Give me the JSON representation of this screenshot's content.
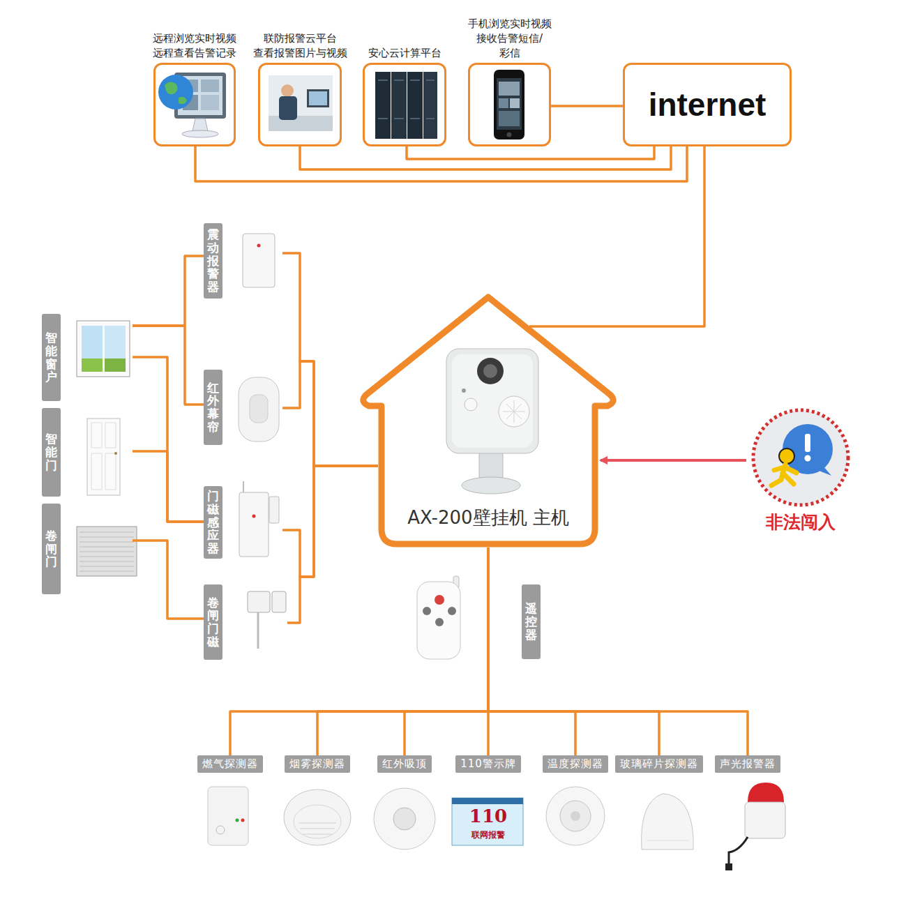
{
  "diagram": {
    "nodes": [
      {
        "text": [
          "远程浏览实时视频 远程查看告警记录"
        ]
      },
      {
        "text": [
          "联防报警云平台 查看报警图片与视频"
        ]
      },
      {
        "text": [
          "安心云计算平台"
        ]
      },
      {
        "text": [
          "手机浏览实时视频 接收告警短信/彩信"
        ]
      },
      {
        "text": [
          "internet"
        ]
      },
      {
        "text": [
          "智能窗户"
        ]
      },
      {
        "text": [
          "智能门"
        ]
      },
      {
        "text": [
          "卷闸门"
        ]
      },
      {
        "text": [
          "震动报警器"
        ]
      },
      {
        "text": [
          "红外幕帘"
        ]
      },
      {
        "text": [
          "门磁感应器"
        ]
      },
      {
        "text": [
          "卷闸门磁"
        ]
      },
      {
        "text": [
          "AX-200壁挂机 主机"
        ]
      },
      {
        "text": [
          "遥控器"
        ]
      },
      {
        "text": [
          "非法闯入"
        ]
      },
      {
        "text": [
          "燃气探测器"
        ]
      },
      {
        "text": [
          "烟雾探测器"
        ]
      },
      {
        "text": [
          "红外吸顶"
        ]
      },
      {
        "text": [
          "110警示牌"
        ]
      },
      {
        "text": [
          "温度探测器"
        ]
      },
      {
        "text": [
          "玻璃碎片探测器"
        ]
      },
      {
        "text": [
          "声光报警器"
        ]
      }
    ],
    "edges": [
      {
        "from": 0,
        "to": 4,
        "arrow": "none"
      },
      {
        "from": 1,
        "to": 4,
        "arrow": "none"
      },
      {
        "from": 2,
        "to": 4,
        "arrow": "none"
      },
      {
        "from": 3,
        "to": 4,
        "arrow": "none"
      },
      {
        "from": 4,
        "to": 12,
        "arrow": "none"
      },
      {
        "from": 5,
        "to": 8,
        "arrow": "none"
      },
      {
        "from": 5,
        "to": 9,
        "arrow": "none"
      },
      {
        "from": 5,
        "to": 10,
        "arrow": "none"
      },
      {
        "from": 6,
        "to": 10,
        "arrow": "none"
      },
      {
        "from": 7,
        "to": 11,
        "arrow": "none"
      },
      {
        "from": 8,
        "to": 12,
        "arrow": "none"
      },
      {
        "from": 9,
        "to": 12,
        "arrow": "none"
      },
      {
        "from": 10,
        "to": 12,
        "arrow": "none"
      },
      {
        "from": 11,
        "to": 12,
        "arrow": "none"
      },
      {
        "from": 12,
        "to": 15,
        "arrow": "none"
      },
      {
        "from": 12,
        "to": 16,
        "arrow": "none"
      },
      {
        "from": 12,
        "to": 17,
        "arrow": "none"
      },
      {
        "from": 12,
        "to": 18,
        "arrow": "none"
      },
      {
        "from": 12,
        "to": 19,
        "arrow": "none"
      },
      {
        "from": 12,
        "to": 20,
        "arrow": "none"
      },
      {
        "from": 12,
        "to": 21,
        "arrow": "none"
      },
      {
        "from": 14,
        "to": 12,
        "arrow": "to"
      }
    ],
    "labels": [
      "110",
      "联网报警"
    ]
  }
}
